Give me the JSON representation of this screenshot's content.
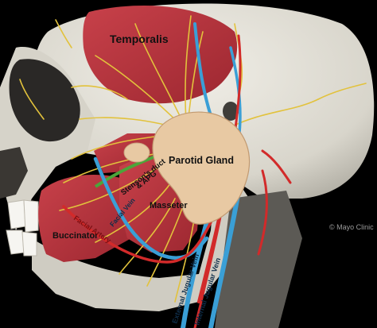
{
  "labels": {
    "temporalis": "Temporalis",
    "parotid_gland": "Parotid Gland",
    "stensons_duct": "Stenson's duct",
    "apg": "& APG",
    "masseter": "Masseter",
    "buccinator": "Buccinator",
    "facial_artery": "Facial Artery",
    "facial_vein": "Facial Vein",
    "external_jugular_vein": "External Jugular Vein",
    "internal_jugular_vein": "Internal Jugular Vein"
  },
  "credit": "© Mayo Clinic",
  "colors": {
    "background": "#000000",
    "bone": "#dcdad2",
    "muscle": "#b8323b",
    "gland": "#e8c9a3",
    "nerve": "#e2c23c",
    "vein": "#3a9fd6",
    "artery": "#d22a2a"
  }
}
